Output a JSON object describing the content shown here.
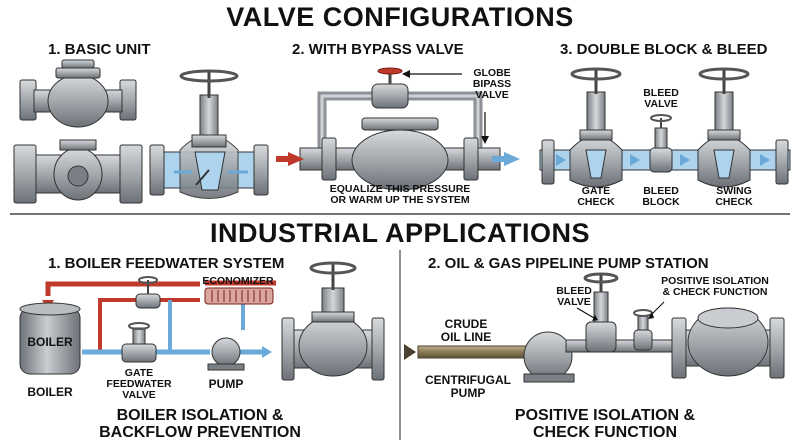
{
  "title": "VALVE CONFIGURATIONS",
  "sections": {
    "basic": "1. BASIC UNIT",
    "bypass": "2. WITH BYPASS VALVE",
    "dbb": "3. DOUBLE BLOCK & BLEED"
  },
  "bypass_labels": {
    "globe_line1": "GLOBE",
    "globe_line2": "BIPASS",
    "globe_line3": "VALVE",
    "note_line1": "EQUALIZE THIS PRESSURE",
    "note_line2": "OR WARM UP THE SYSTEM"
  },
  "dbb_labels": {
    "bleed_valve_line1": "BLEED",
    "bleed_valve_line2": "VALVE",
    "gate_line1": "GATE",
    "gate_line2": "CHECK",
    "bleed_block_line1": "BLEED",
    "bleed_block_line2": "BLOCK",
    "swing_line1": "SWING",
    "swing_line2": "CHECK"
  },
  "subtitle": "INDUSTRIAL APPLICATIONS",
  "apps": {
    "boiler_title": "1. BOILER FEEDWATER SYSTEM",
    "pipeline_title": "2. OIL & GAS PIPELINE PUMP STATION"
  },
  "boiler_labels": {
    "economizer": "ECONOMIZER",
    "boiler_tank": "BOILER",
    "boiler": "BOILER",
    "gate_line1": "GATE",
    "gate_line2": "FEEDWATER",
    "gate_line3": "VALVE",
    "pump": "PUMP",
    "caption_line1": "BOILER ISOLATION &",
    "caption_line2": "BACKFLOW PREVENTION"
  },
  "pipeline_labels": {
    "bleed_line1": "BLEED",
    "bleed_line2": "VALVE",
    "pos_line1": "POSITIVE ISOLATION",
    "pos_line2": "& CHECK FUNCTION",
    "crude_line1": "CRUDE",
    "crude_line2": "OIL LINE",
    "cent_line1": "CENTRIFUGAL",
    "cent_line2": "PUMP",
    "caption_line1": "POSITIVE ISOLATION &",
    "caption_line2": "CHECK FUNCTION"
  },
  "colors": {
    "steel": "#9aa0a6",
    "steel_dark": "#5f656b",
    "water": "#aed3ec",
    "flow_blue": "#6aa9d8",
    "hot_red": "#c0392b",
    "crude": "#8a7a55"
  }
}
